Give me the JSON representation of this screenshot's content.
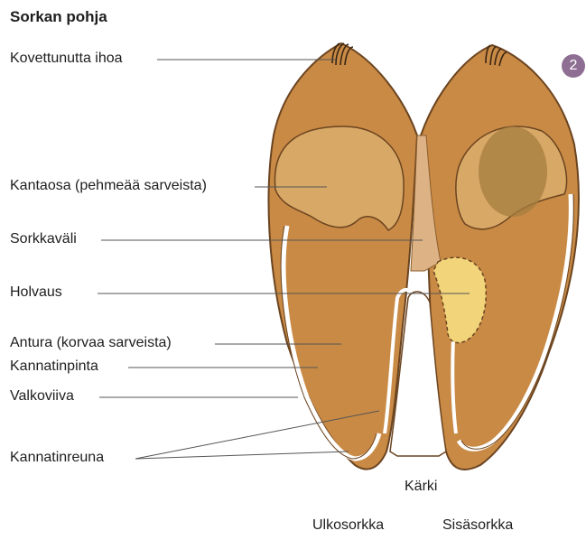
{
  "title": "Sorkan pohja",
  "badge": "2",
  "labels": {
    "kovettunutta_ihoa": "Kovettunutta ihoa",
    "kantaosa": "Kantaosa (pehmeää sarveista)",
    "sorkkavali": "Sorkkaväli",
    "holvaus": "Holvaus",
    "antura": "Antura (korvaa sarveista)",
    "kannatinpinta": "Kannatinpinta",
    "valkoviiva": "Valkoviiva",
    "kannatinreuna": "Kannatinreuna",
    "karki": "Kärki",
    "ulkosorkka": "Ulkosorkka",
    "sisasorkka": "Sisäsorkka"
  },
  "colors": {
    "hoof_fill": "#c98a45",
    "hoof_outline": "#6b4420",
    "heel_fill": "#d8a866",
    "gap_fill": "#ddb385",
    "arch_fill": "#f2d57a",
    "dark_patch": "#a57d3f",
    "white_line": "#ffffff",
    "badge": "#8e6f93"
  }
}
